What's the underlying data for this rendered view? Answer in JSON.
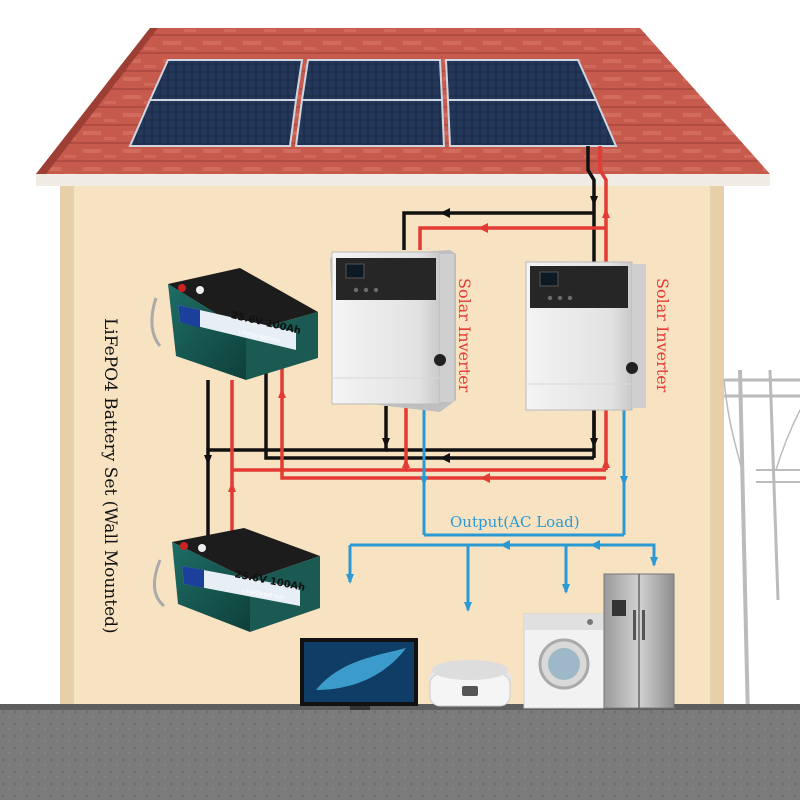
{
  "labels": {
    "battery_set": "LiFePO4 Battery Set (Wall Mounted)",
    "inverter_1": "Solar Inverter",
    "inverter_2": "Solar Inverter",
    "output": "Output(AC Load)"
  },
  "battery": {
    "rating": "25.6V 100Ah",
    "type": "LiFePO4 BATTERY"
  },
  "colors": {
    "dc_positive": "#e33b34",
    "dc_negative": "#111111",
    "ac_output": "#2b9ad4",
    "wall": "#f7e3c2",
    "roof": "#c4564a",
    "ground": "#7d7d7d"
  },
  "icons": [
    "solar-panel-icon",
    "inverter-icon",
    "battery-icon",
    "tv-icon",
    "rice-cooker-icon",
    "washing-machine-icon",
    "refrigerator-icon",
    "power-pole-icon"
  ]
}
